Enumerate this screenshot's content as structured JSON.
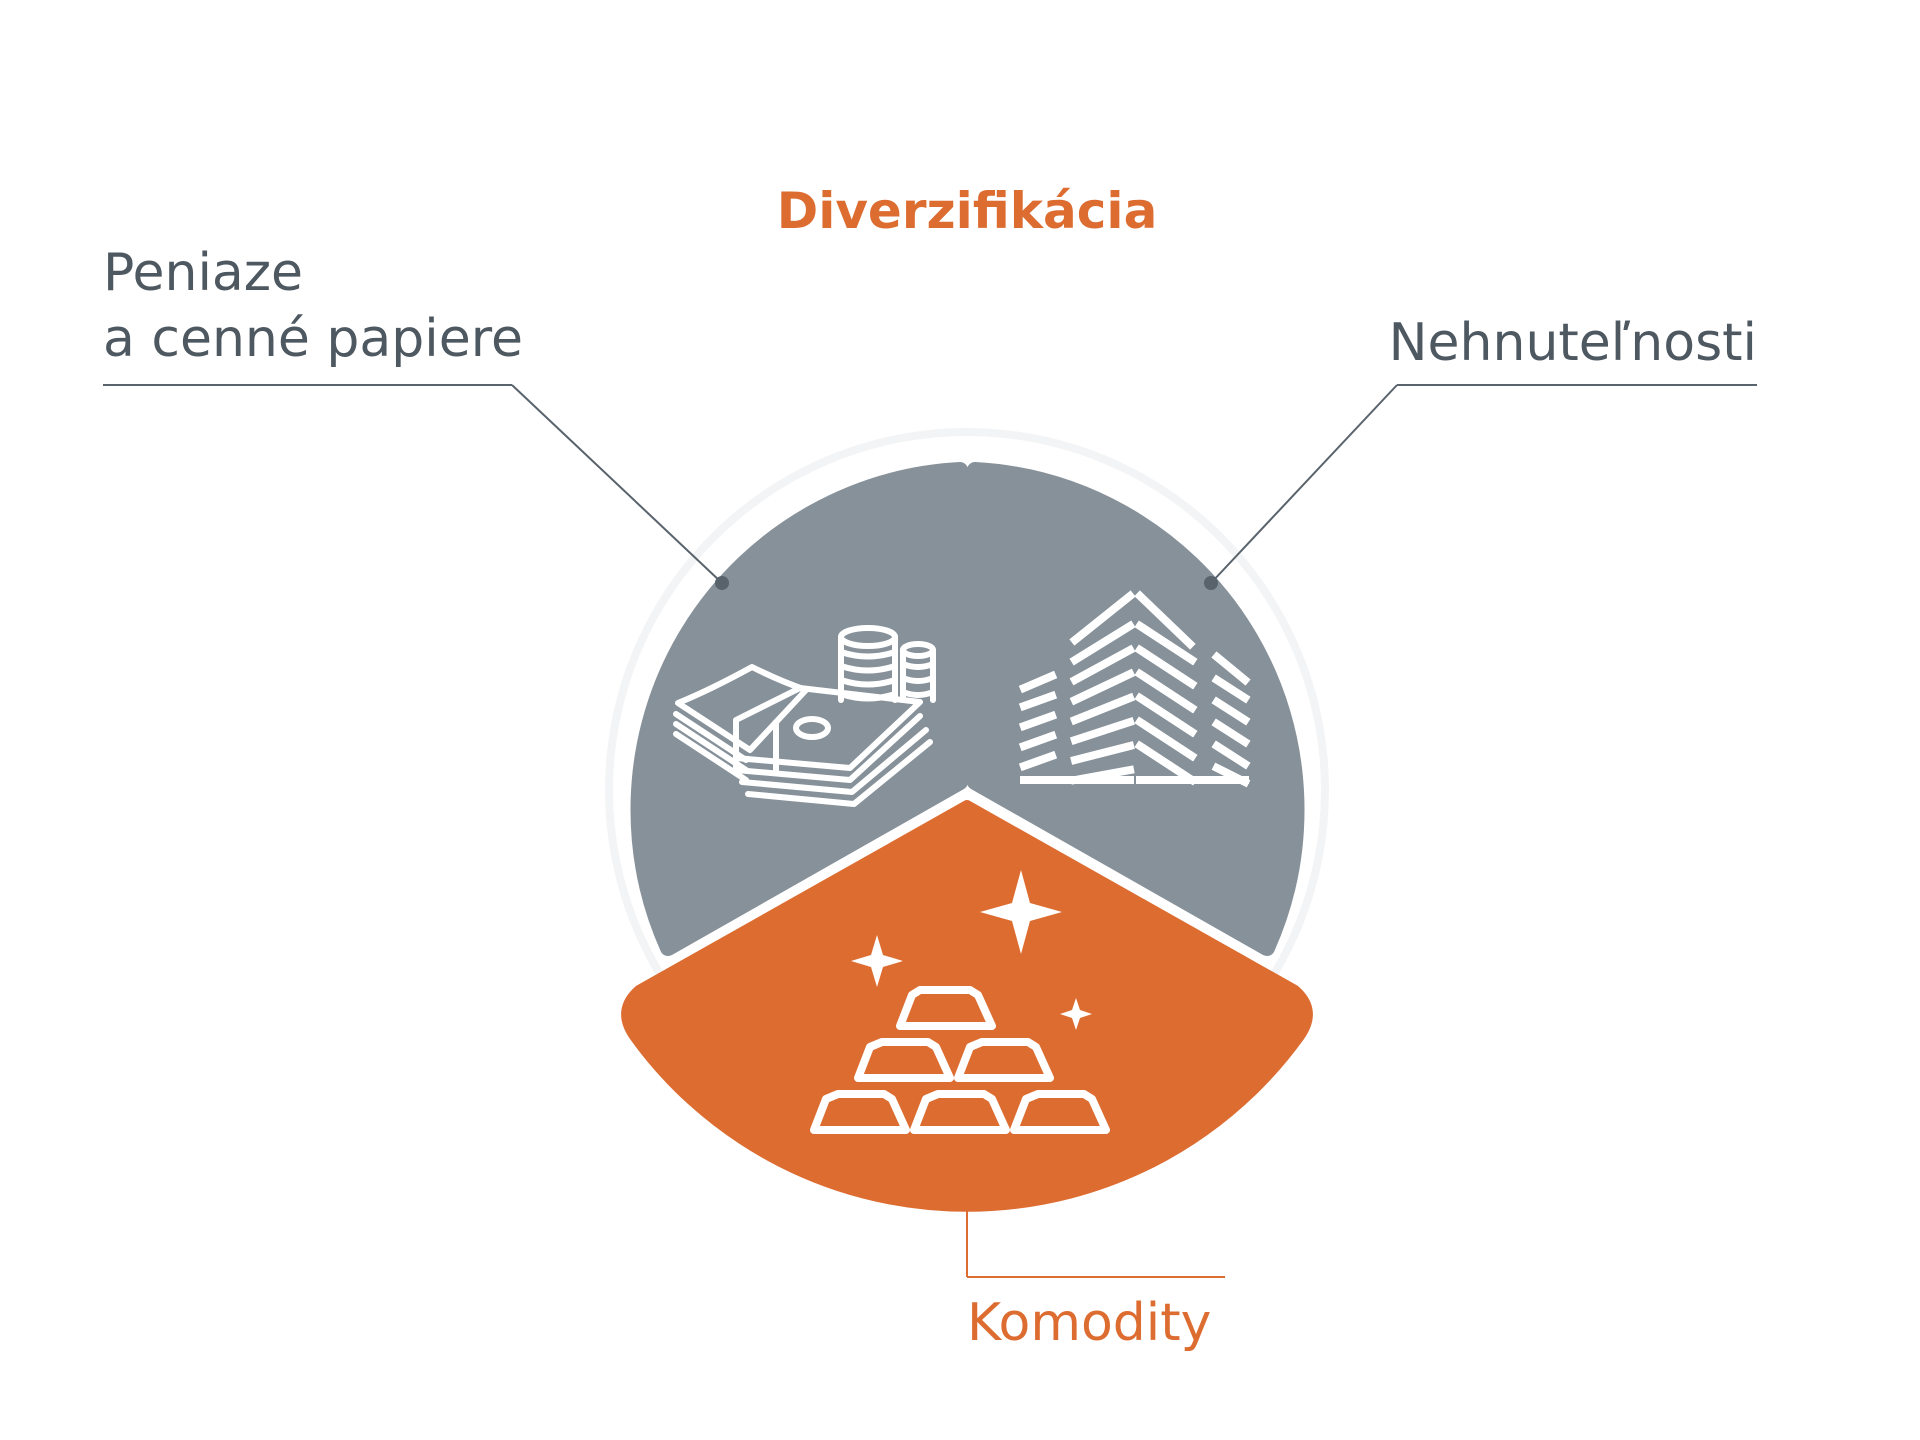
{
  "title": "Diverzifikácia",
  "segments": [
    {
      "id": "money",
      "label_lines": [
        "Peniaze",
        "a cenné papiere"
      ],
      "icon": "money-coins-icon"
    },
    {
      "id": "realestate",
      "label_lines": [
        "Nehnuteľnosti"
      ],
      "icon": "buildings-icon"
    },
    {
      "id": "commodities",
      "label_lines": [
        "Komodity"
      ],
      "icon": "gold-bars-icon"
    }
  ],
  "colors": {
    "accent": "#dd6c31",
    "segment_gray": "#87919a",
    "text_dark": "#4e5861",
    "leader_line": "#59636c",
    "halo": "#f3f4f5",
    "background": "#ffffff"
  }
}
